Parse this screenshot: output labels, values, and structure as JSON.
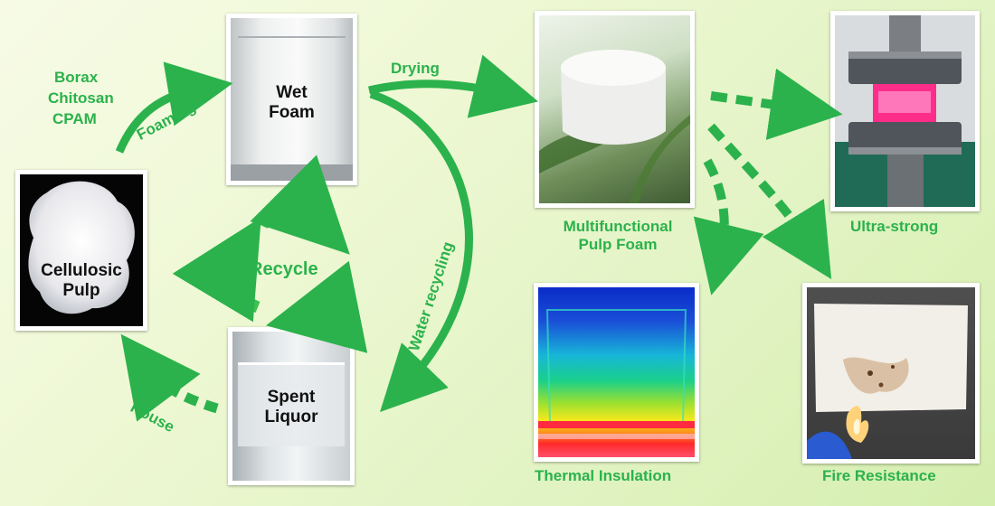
{
  "labels": {
    "reagents": [
      "Borax",
      "Chitosan",
      "CPAM"
    ],
    "foaming": "Foaming",
    "drying": "Drying",
    "water_recycling": "Water recycling",
    "recycle": "Recycle",
    "rouse": "Rouse"
  },
  "photos": {
    "pulp": "Cellulosic\nPulp",
    "wet_foam": "Wet\nFoam",
    "spent_liquor": "Spent\nLiquor"
  },
  "captions": {
    "multifunctional": "Multifunctional\nPulp Foam",
    "ultra_strong": "Ultra-strong",
    "thermal": "Thermal Insulation",
    "fire": "Fire Resistance"
  },
  "colors": {
    "arrow_green": "#2bb24c",
    "text_green": "#2bb24c",
    "background": "#e8f6cc"
  }
}
